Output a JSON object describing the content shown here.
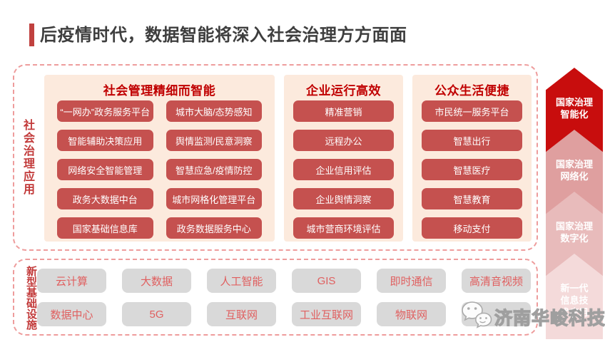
{
  "slide": {
    "title": "后疫情时代，数据智能将深入社会治理方方面面"
  },
  "application_section": {
    "side_label": "社会治理应用",
    "groups": [
      {
        "header": "社会管理精细而智能",
        "col1": [
          "“一网办”政务服务平台",
          "智能辅助决策应用",
          "网络安全智能管理",
          "政务大数据中台",
          "国家基础信息库"
        ],
        "col2": [
          "城市大脑/态势感知",
          "舆情监测/民意洞察",
          "智慧应急/疫情防控",
          "城市网格化管理平台",
          "政务数据服务中心"
        ]
      },
      {
        "header": "企业运行高效",
        "items": [
          "精准营销",
          "远程办公",
          "企业信用评估",
          "企业舆情洞察",
          "城市营商环境评估"
        ]
      },
      {
        "header": "公众生活便捷",
        "items": [
          "市民统一服务平台",
          "智慧出行",
          "智慧医疗",
          "智慧教育",
          "移动支付"
        ]
      }
    ]
  },
  "infrastructure_section": {
    "side_label": "新型基础设施",
    "row1": [
      "云计算",
      "大数据",
      "人工智能",
      "GIS",
      "即时通信",
      "高清音视频"
    ],
    "row2": [
      "数据中心",
      "5G",
      "互联网",
      "工业互联网",
      "物联网",
      ""
    ]
  },
  "goal_chevrons": [
    {
      "lines": [
        "国家治理",
        "智能化"
      ],
      "color": "#c80d0d"
    },
    {
      "lines": [
        "国家治理",
        "网络化"
      ],
      "color": "#df9f9f"
    },
    {
      "lines": [
        "国家治理",
        "数字化"
      ],
      "color": "#e8bbbb"
    },
    {
      "lines": [
        "新一代",
        "信息技",
        "术应用"
      ],
      "color": "#f4dada"
    }
  ],
  "watermark": {
    "icon": "wechat-icon",
    "text": "济南华峻科技"
  },
  "colors": {
    "title_text": "#3e3e3e",
    "title_accent_bar": "#c0413f",
    "group_header_red": "#c00000",
    "app_button_red": "#c5514f",
    "panel_background": "#fceadd",
    "dashed_border": "#ee9c9c",
    "side_label_red": "#c23a3a",
    "infra_button_gray": "#d9d9d9",
    "infra_button_text": "#e05f5f"
  }
}
